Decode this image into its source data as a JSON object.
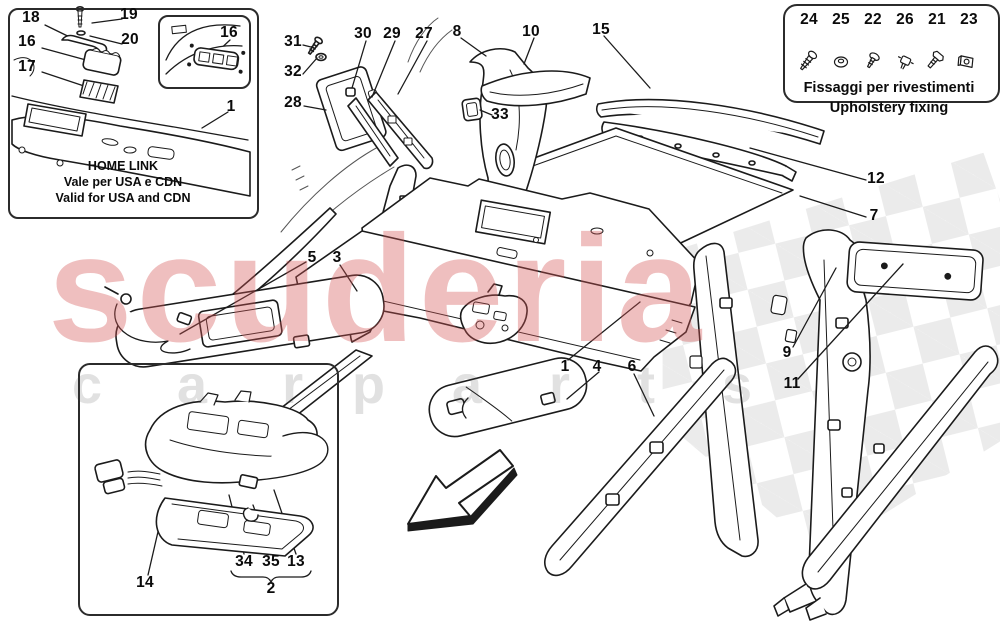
{
  "watermark": {
    "brand": "scuderia",
    "word_car": "c a r",
    "word_parts": "p a r t s",
    "pink_color": "#efaaaa",
    "gray_color": "#dedede"
  },
  "boxes": {
    "homelink": {
      "title": "HOME LINK",
      "note_it": "Vale per USA e CDN",
      "note_en": "Valid for USA and CDN"
    },
    "fixings": {
      "caption_it": "Fissaggi per rivestimenti",
      "caption_en": "Upholstery fixing",
      "fasteners": [
        {
          "label": "24",
          "icon": "tapping-screw-icon"
        },
        {
          "label": "25",
          "icon": "nut-icon"
        },
        {
          "label": "22",
          "icon": "washer-screw-icon"
        },
        {
          "label": "26",
          "icon": "trim-clip-icon"
        },
        {
          "label": "21",
          "icon": "hex-bolt-icon"
        },
        {
          "label": "23",
          "icon": "u-clip-icon"
        }
      ]
    }
  },
  "icons": {
    "direction_arrow": "arrow-down-left"
  },
  "line_color": "#1b1b1b",
  "checker_color": "#ebebeb",
  "callouts": {
    "c18": "18",
    "c19": "19",
    "c16a": "16",
    "c20": "20",
    "c17": "17",
    "c16b": "16",
    "c1a": "1",
    "c31": "31",
    "c32": "32",
    "c28": "28",
    "c30": "30",
    "c29": "29",
    "c27": "27",
    "c8": "8",
    "c10": "10",
    "c15": "15",
    "c33": "33",
    "c12": "12",
    "c7": "7",
    "c9": "9",
    "c11": "11",
    "c5": "5",
    "c3": "3",
    "c1b": "1",
    "c4": "4",
    "c6": "6",
    "c14": "14",
    "c34": "34",
    "c35": "35",
    "c13": "13",
    "c2": "2",
    "c24": "24",
    "c25": "25",
    "c22": "22",
    "c26": "26",
    "c21": "21",
    "c23": "23"
  }
}
